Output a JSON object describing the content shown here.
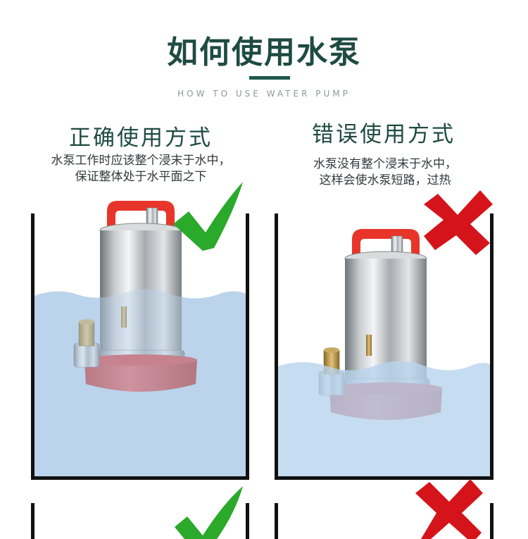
{
  "header": {
    "title": "如何使用水泵",
    "subtitle": "HOW TO USE WATER PUMP"
  },
  "correct": {
    "heading": "正确使用方式",
    "desc_line1": "水泵工作时应该整个浸末于水中，",
    "desc_line2": "保证整体处于水平面之下",
    "status_icon": "checkmark-icon",
    "status_color": "#2aa92a",
    "water_level_fraction": 0.72
  },
  "wrong": {
    "heading": "错误使用方式",
    "desc_line1": "水泵没有整个浸末于水中，",
    "desc_line2": "这样会使水泵短路，过热",
    "status_icon": "cross-icon",
    "status_color": "#d4141a",
    "water_level_fraction": 0.43
  },
  "colors": {
    "title": "#1e4b42",
    "water": "#b8d3ec",
    "pump_handle": "#e8352a",
    "pump_base": "#d94a4a"
  }
}
